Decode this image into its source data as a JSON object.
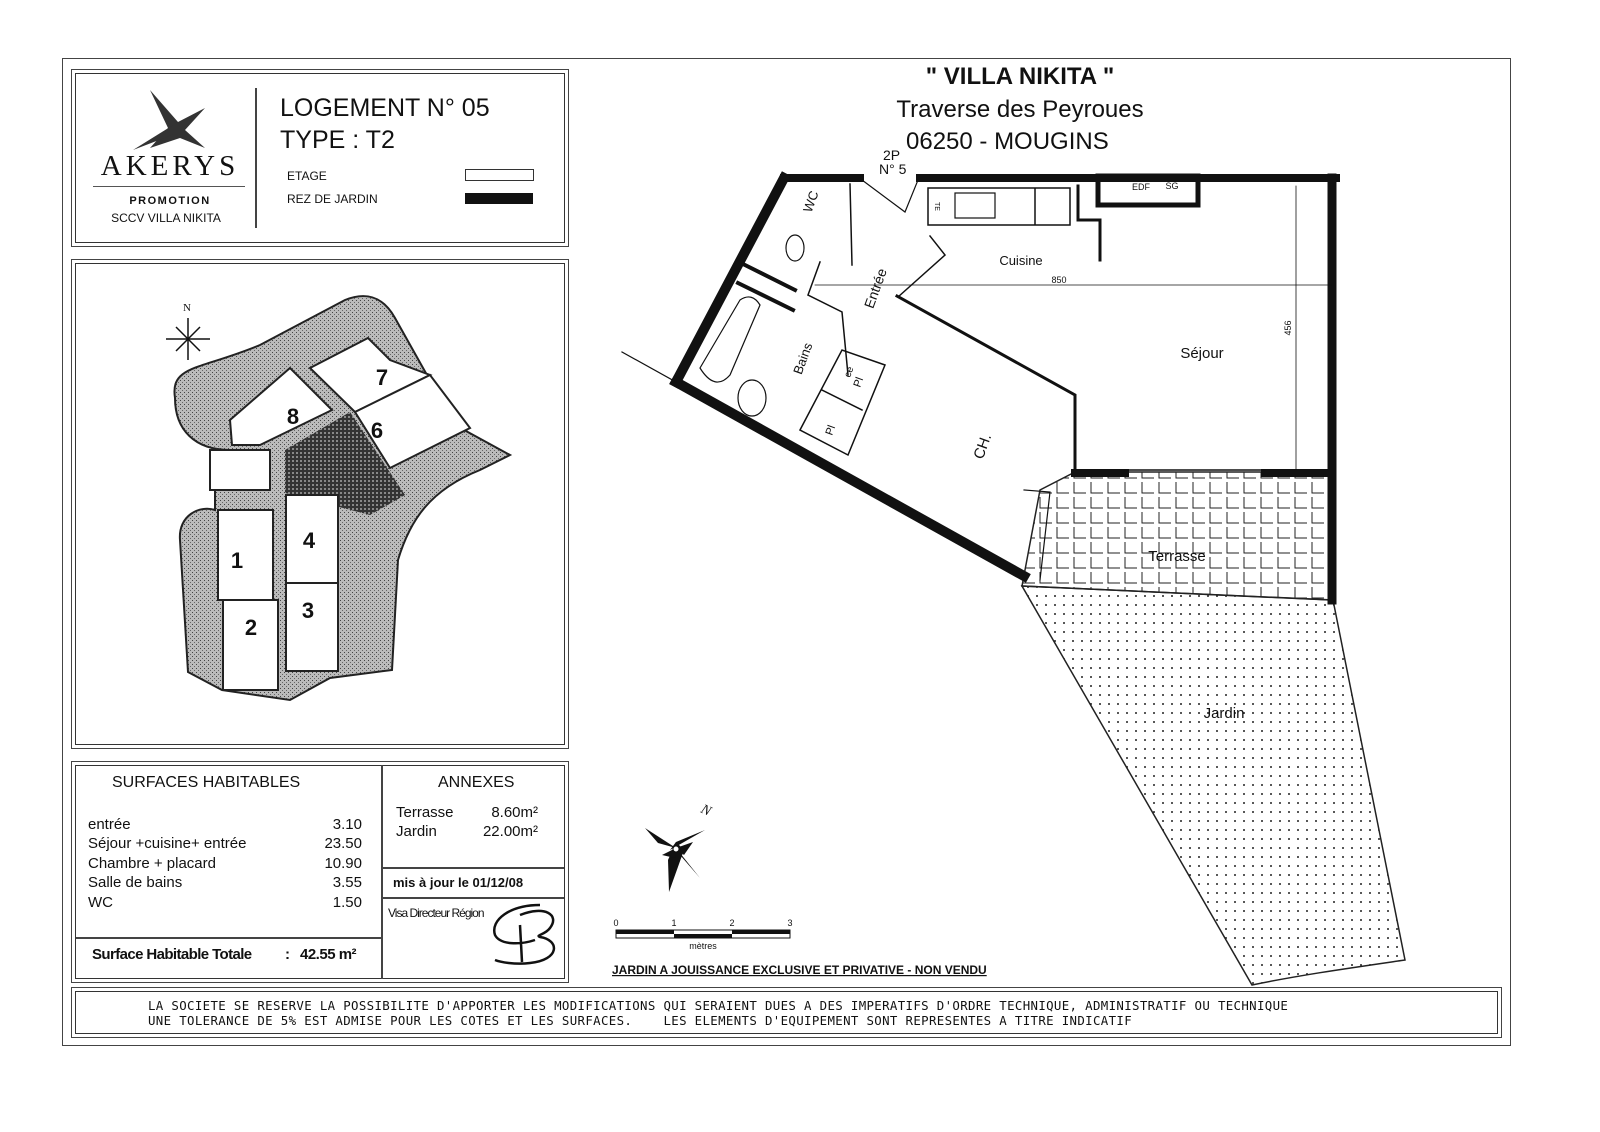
{
  "header": {
    "logo": {
      "brand": "AKERYS",
      "tagline": "PROMOTION",
      "company": "SCCV VILLA NIKITA"
    },
    "logement": "LOGEMENT N° 05",
    "type": "TYPE : T2",
    "legend": [
      {
        "label": "ETAGE",
        "swatch": "#ffffff"
      },
      {
        "label": "REZ DE JARDIN",
        "swatch": "#111111"
      }
    ]
  },
  "project": {
    "name": "\" VILLA NIKITA \"",
    "street": "Traverse des Peyroues",
    "city": "06250 - MOUGINS"
  },
  "site_plan": {
    "north": "N",
    "lots": [
      "1",
      "2",
      "3",
      "4",
      "6",
      "7",
      "8"
    ]
  },
  "surfaces": {
    "title": "SURFACES HABITABLES",
    "rows": [
      {
        "label": "entrée",
        "value": "3.10"
      },
      {
        "label": "Séjour +cuisine+ entrée",
        "value": "23.50"
      },
      {
        "label": "Chambre  + placard",
        "value": "10.90"
      },
      {
        "label": "Salle de bains",
        "value": "3.55"
      },
      {
        "label": "WC",
        "value": "1.50"
      }
    ],
    "total_label": "Surface Habitable Totale",
    "total_sep": ":",
    "total_value": "42.55 m²"
  },
  "annexes": {
    "title": "ANNEXES",
    "rows": [
      {
        "label": "Terrasse",
        "value": "8.60m²"
      },
      {
        "label": "Jardin",
        "value": "22.00m²"
      }
    ],
    "updated": "mis à jour le 01/12/08",
    "visa": "Visa Directeur Région"
  },
  "plan": {
    "unit_code": "2P",
    "unit_no": "N° 5",
    "rooms": {
      "wc": "WC",
      "cuisine": "Cuisine",
      "entree": "Entrée",
      "sejour": "Séjour",
      "bains": "Bains",
      "placard1": "Pl",
      "placard2": "Pl",
      "ce": "ce",
      "chambre": "CH.",
      "terrasse": "Terrasse",
      "jardin": "Jardin",
      "edf": "EDF",
      "sg": "SG",
      "te": "TE"
    },
    "dimensions": {
      "width": "850",
      "depth": "456"
    },
    "north": "N",
    "scale": {
      "ticks": [
        "0",
        "1",
        "2",
        "3"
      ],
      "unit": "mètres"
    },
    "garden_note": "JARDIN A JOUISSANCE EXCLUSIVE ET PRIVATIVE - NON VENDU"
  },
  "disclaimer": {
    "line1": "LA SOCIETE SE RESERVE LA POSSIBILITE D'APPORTER LES MODIFICATIONS QUI SERAIENT DUES A DES IMPERATIFS D'ORDRE TECHNIQUE, ADMINISTRATIF OU TECHNIQUE",
    "line2": "UNE TOLERANCE DE 5% EST ADMISE POUR LES COTES ET LES SURFACES.    LES ELEMENTS D'EQUIPEMENT SONT REPRESENTES A TITRE INDICATIF"
  }
}
